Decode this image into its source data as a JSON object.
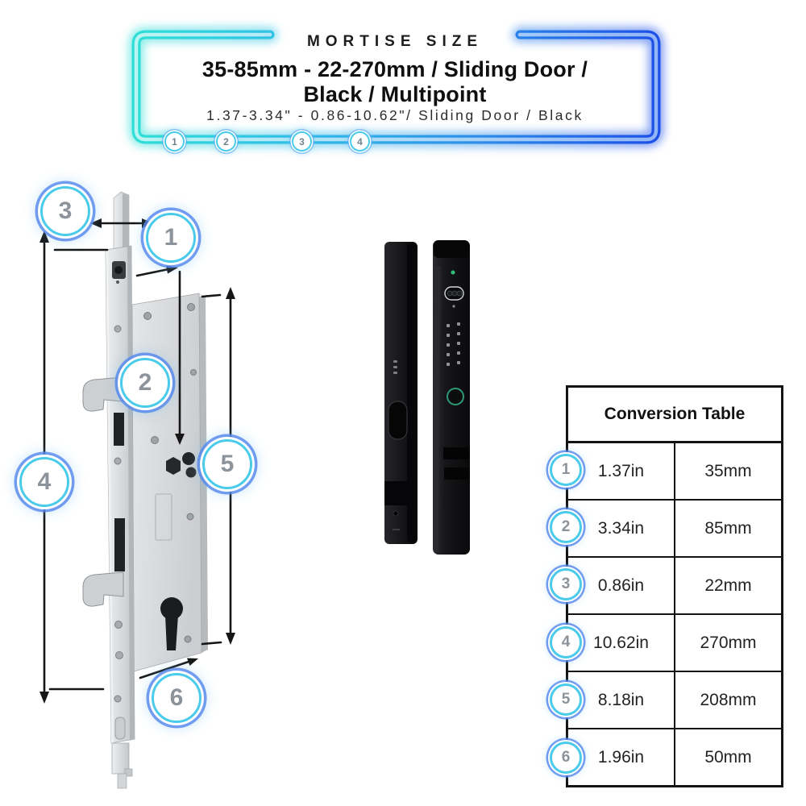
{
  "header": {
    "eyebrow": "MORTISE SIZE",
    "title_line1": "35-85mm - 22-270mm / Sliding Door /",
    "title_line2": "Black / Multipoint",
    "subtitle": "1.37-3.34\" - 0.86-10.62\"/ Sliding Door / Black",
    "step_badges": [
      "1",
      "2",
      "3",
      "4"
    ]
  },
  "diagram": {
    "description": "Multipoint mortise lock mechanism with dimension callouts",
    "callouts": [
      {
        "label": "1"
      },
      {
        "label": "2"
      },
      {
        "label": "3"
      },
      {
        "label": "4"
      },
      {
        "label": "5"
      },
      {
        "label": "6"
      }
    ]
  },
  "product": {
    "left_panel": "interior-handle-black",
    "right_panel": "exterior-handle-black-keypad-camera"
  },
  "conversion_table": {
    "title": "Conversion Table",
    "rows": [
      {
        "badge": "1",
        "inches": "1.37in",
        "mm": "35mm"
      },
      {
        "badge": "2",
        "inches": "3.34in",
        "mm": "85mm"
      },
      {
        "badge": "3",
        "inches": "0.86in",
        "mm": "22mm"
      },
      {
        "badge": "4",
        "inches": "10.62in",
        "mm": "270mm"
      },
      {
        "badge": "5",
        "inches": "8.18in",
        "mm": "208mm"
      },
      {
        "badge": "6",
        "inches": "1.96in",
        "mm": "50mm"
      }
    ]
  },
  "theme": {
    "css_vars": {
      "accent-cyan": "#2ee0d6",
      "accent-mid": "#29a7e8",
      "accent-blue": "#1b55e6",
      "ink": "#141414",
      "badge-ring": "#49cbe9",
      "badge-num": "#8d939a",
      "table-border": "#141414"
    }
  }
}
